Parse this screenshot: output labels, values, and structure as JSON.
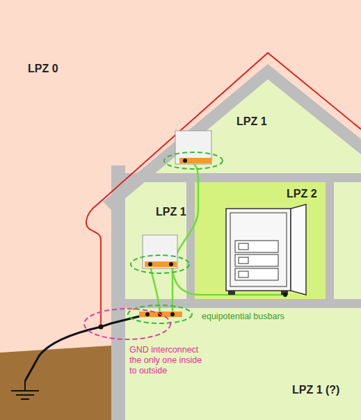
{
  "diagram": {
    "nodes": [
      {
        "text": [
          "LPZ 0"
        ]
      },
      {
        "text": [
          "LPZ 1"
        ],
        "in": 0
      },
      {
        "text": [
          "LPZ 1"
        ],
        "in": 0
      },
      {
        "text": [
          "LPZ 2"
        ],
        "in": 2
      },
      {
        "text": [
          "LPZ 1 (?)"
        ],
        "in": 0
      }
    ],
    "labels": [
      "equipotential busbars",
      "GND interconnect the only one inside to outside"
    ]
  }
}
